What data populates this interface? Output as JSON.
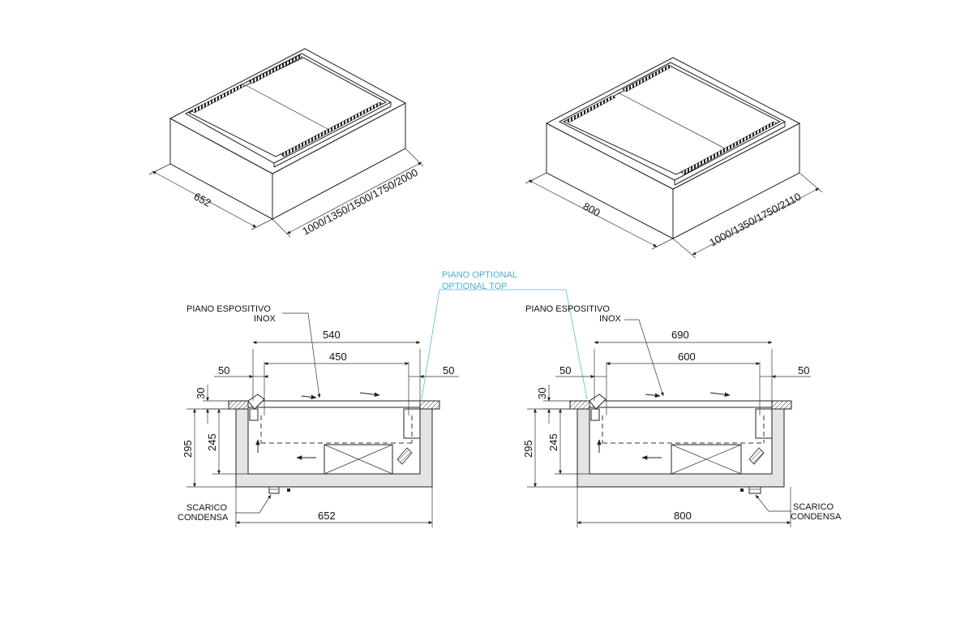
{
  "left_iso": {
    "depth": "652",
    "lengths": "1000/1350/1500/1750/2000"
  },
  "right_iso": {
    "depth": "800",
    "lengths": "1000/1350/1750/2110"
  },
  "optional_top": {
    "line1": "PIANO OPTIONAL",
    "line2": "OPTIONAL TOP"
  },
  "left_section": {
    "label_line1": "PIANO ESPOSITIVO",
    "label_line2": "INOX",
    "dim_outer_top": "540",
    "dim_inner_top": "450",
    "dim_left_offset": "50",
    "dim_right_offset": "50",
    "dim_top_thickness": "30",
    "dim_height_total": "295",
    "dim_height_inner": "245",
    "dim_width": "652",
    "drain_line1": "SCARICO",
    "drain_line2": "CONDENSA"
  },
  "right_section": {
    "label_line1": "PIANO ESPOSITIVO",
    "label_line2": "INOX",
    "dim_outer_top": "690",
    "dim_inner_top": "600",
    "dim_left_offset": "50",
    "dim_right_offset": "50",
    "dim_top_thickness": "30",
    "dim_height_total": "295",
    "dim_height_inner": "245",
    "dim_width": "800",
    "drain_line1": "SCARICO",
    "drain_line2": "CONDENSA"
  }
}
